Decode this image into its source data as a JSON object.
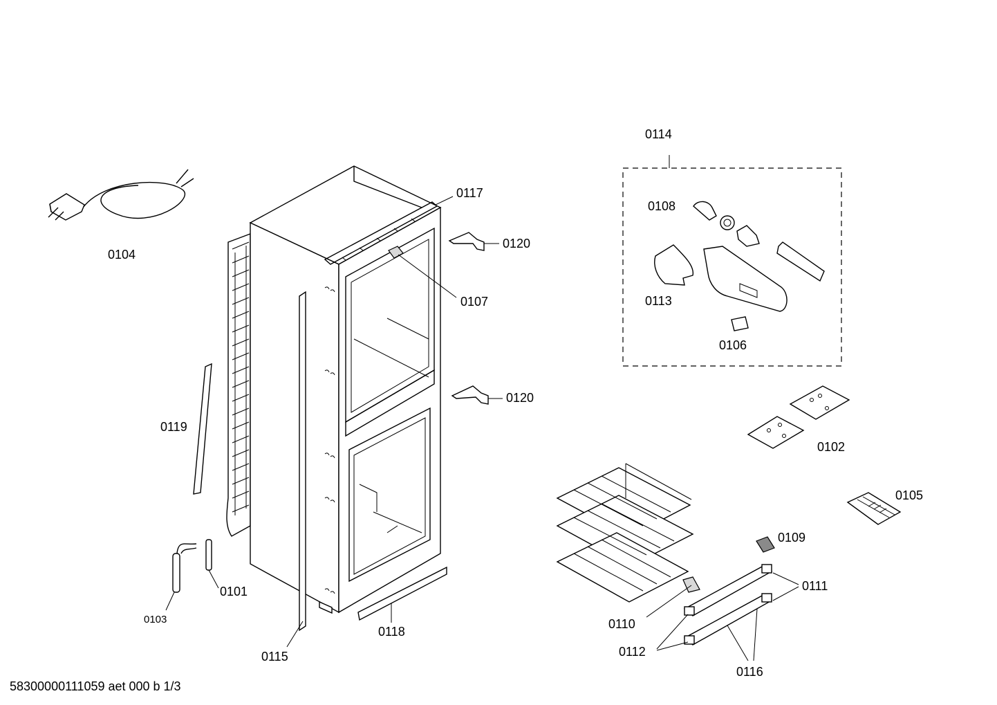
{
  "diagram": {
    "labels": {
      "p0101": "0101",
      "p0102": "0102",
      "p0103": "0103",
      "p0104": "0104",
      "p0105": "0105",
      "p0106": "0106",
      "p0107": "0107",
      "p0108": "0108",
      "p0109": "0109",
      "p0110": "0110",
      "p0111": "0111",
      "p0112": "0112",
      "p0113": "0113",
      "p0114": "0114",
      "p0115": "0115",
      "p0116": "0116",
      "p0117": "0117",
      "p0118": "0118",
      "p0119": "0119",
      "p0120a": "0120",
      "p0120b": "0120"
    },
    "footer": "58300000111059 aet 000 b 1/3"
  }
}
